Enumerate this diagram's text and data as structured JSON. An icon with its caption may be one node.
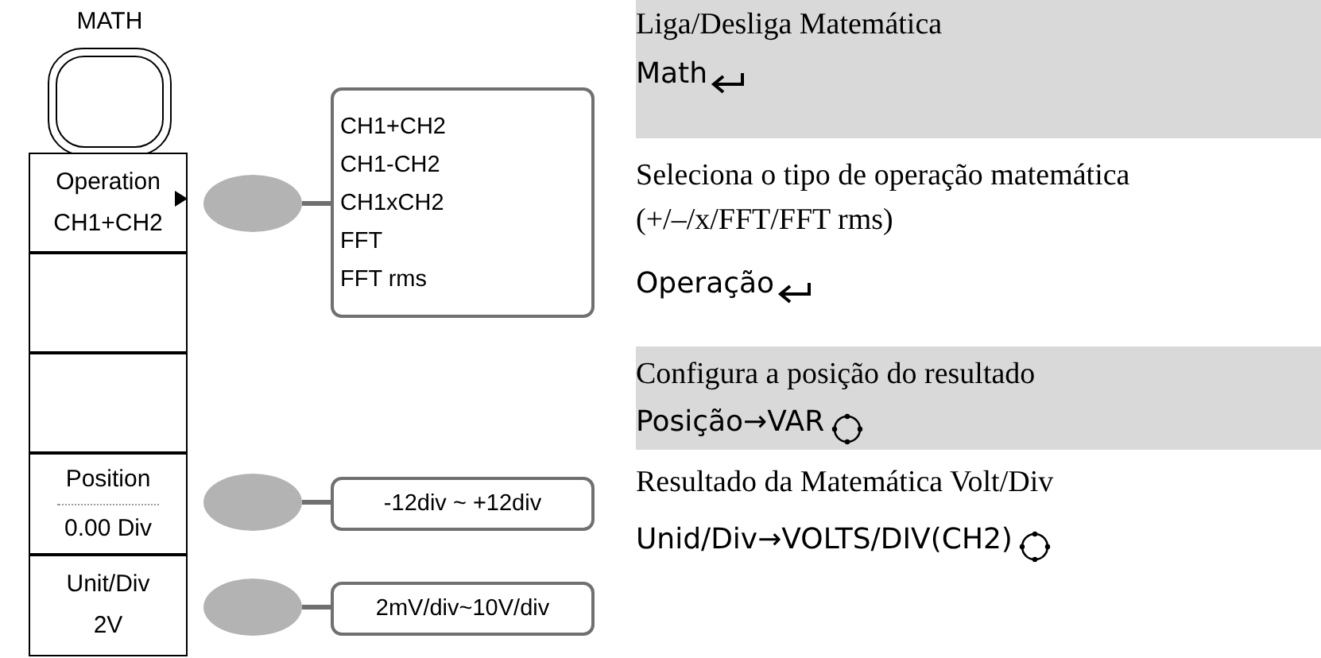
{
  "diagram": {
    "nodes": [
      {
        "text": [
          "MATH"
        ]
      },
      {
        "text": [
          "Operation",
          "CH1+CH2"
        ]
      },
      {
        "text": [],
        "shape": "box"
      },
      {
        "text": [],
        "shape": "box"
      },
      {
        "text": [
          "Position",
          "0.00 Div"
        ]
      },
      {
        "text": [
          "Unit/Div",
          "2V"
        ]
      },
      {
        "text": [],
        "shape": "circle"
      },
      {
        "text": [
          "CH1+CH2",
          "CH1-CH2",
          "CH1xCH2",
          "FFT",
          "FFT rms"
        ]
      },
      {
        "text": [],
        "shape": "circle"
      },
      {
        "text": [
          "-12div ~ +12div"
        ]
      },
      {
        "text": [],
        "shape": "circle"
      },
      {
        "text": [
          "2mV/div~10V/div"
        ]
      }
    ],
    "edges": [
      {
        "from": 6,
        "to": 7,
        "arrow": "none"
      },
      {
        "from": 8,
        "to": 9,
        "arrow": "none"
      },
      {
        "from": 10,
        "to": 11,
        "arrow": "none"
      }
    ],
    "labels": [
      "Liga/Desliga Matemática",
      "Math",
      "Seleciona o tipo de operação matemática (+/–/x/FFT/FFT rms)",
      "Operação",
      "Configura a posição do resultado",
      "Posição→VAR",
      "Resultado da Matemática Volt/Div",
      "Unid/Div→VOLTS/DIV(CH2)"
    ]
  }
}
